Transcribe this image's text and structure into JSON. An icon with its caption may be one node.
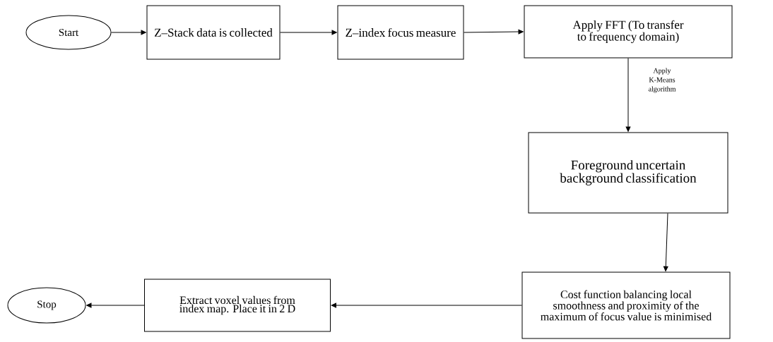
{
  "diagram": {
    "nodes": [
      {
        "text": [
          "Start"
        ]
      },
      {
        "text": [
          "Z–Stack data is collected"
        ]
      },
      {
        "text": [
          "Z–index focus measure"
        ]
      },
      {
        "text": [
          "Apply FFT (To transfer to frequency domain)"
        ]
      },
      {
        "text": [
          "Foreground uncertain background classification"
        ]
      },
      {
        "text": [
          "Cost function balancing local smoothness and proximity of the maximum of focus value is minimised"
        ]
      },
      {
        "text": [
          "Extract voxel values from index map. Place it in 2 D"
        ]
      },
      {
        "text": [
          "Stop"
        ]
      }
    ],
    "edges": [
      {
        "from": 0,
        "to": 1,
        "arrow": "to"
      },
      {
        "from": 1,
        "to": 2,
        "arrow": "to"
      },
      {
        "from": 2,
        "to": 3,
        "arrow": "to"
      },
      {
        "from": 3,
        "to": 4,
        "arrow": "to",
        "label": "Apply K-Means algorithm"
      },
      {
        "from": 4,
        "to": 5,
        "arrow": "to"
      },
      {
        "from": 5,
        "to": 6,
        "arrow": "to"
      },
      {
        "from": 6,
        "to": 7,
        "arrow": "to"
      }
    ]
  }
}
